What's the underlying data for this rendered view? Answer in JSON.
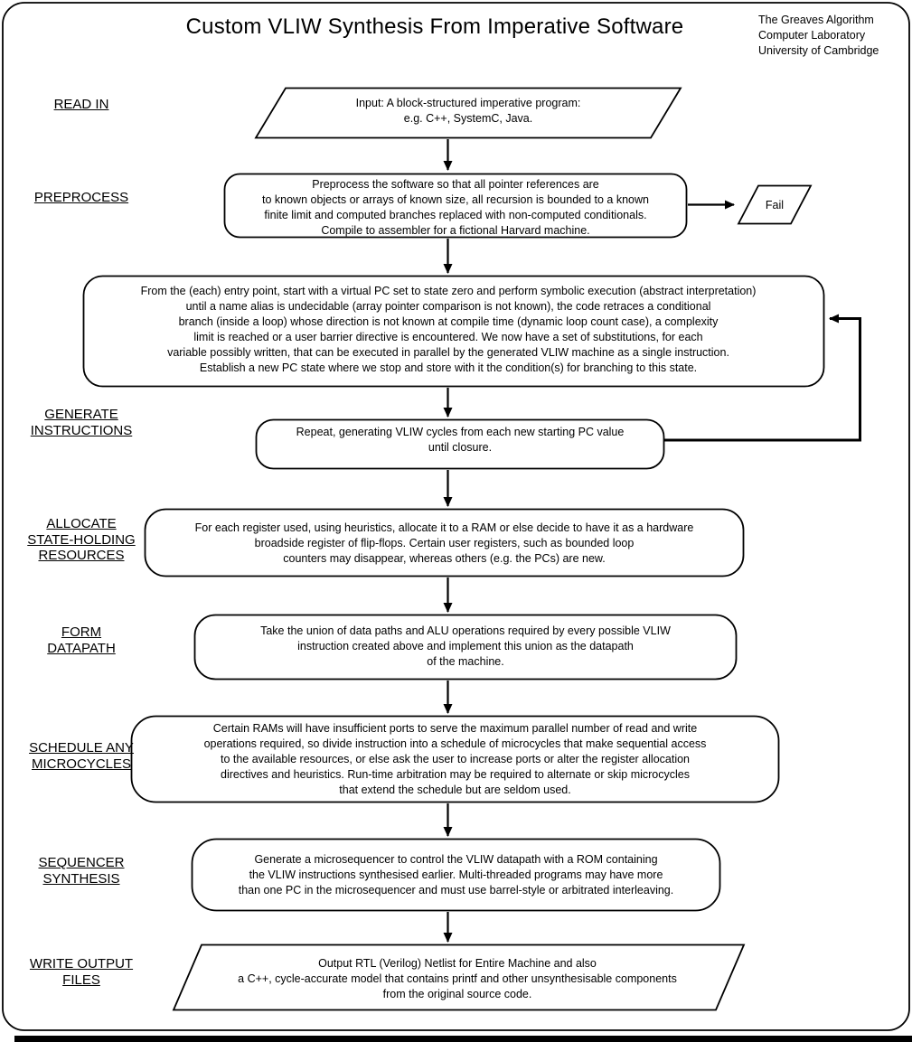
{
  "title": "Custom VLIW Synthesis From Imperative Software",
  "credit": {
    "name": "The Greaves Algorithm",
    "org": "Computer Laboratory",
    "institution": "University of Cambridge"
  },
  "colors": {
    "ink": "#000000",
    "background": "#ffffff"
  },
  "stage_labels": {
    "read_in": "READ IN",
    "preprocess": "PREPROCESS",
    "generate_instructions": "GENERATE\nINSTRUCTIONS",
    "allocate_resources": "ALLOCATE\nSTATE-HOLDING\nRESOURCES",
    "form_datapath": "FORM\nDATAPATH",
    "schedule_microcycles": "SCHEDULE ANY\nMICROCYCLES",
    "sequencer_synthesis": "SEQUENCER\nSYNTHESIS",
    "write_output_files": "WRITE OUTPUT\nFILES"
  },
  "nodes": {
    "input": "Input: A block-structured imperative program:\ne.g. C++, SystemC, Java.",
    "preprocess": "Preprocess the software so that all pointer references are\nto known objects or arrays of known size, all recursion is bounded to a known\nfinite limit and computed branches replaced with non-computed conditionals.\nCompile to assembler for a fictional Harvard machine.",
    "fail": "Fail",
    "symbolic_execution": "From the (each) entry point, start with a virtual PC set to state zero and perform symbolic execution (abstract interpretation)\nuntil a name alias is undecidable (array pointer comparison is not known), the code retraces a conditional\nbranch (inside a loop) whose direction is not known at compile time (dynamic loop count case), a complexity\nlimit is reached or a user barrier directive is encountered.  We now have a set of substitutions, for each\nvariable possibly written, that can be executed in parallel by the generated VLIW machine as a single instruction.\nEstablish a new PC state where we stop and store with it the condition(s) for branching to this state.",
    "repeat": "Repeat, generating VLIW cycles from each new starting PC value\nuntil closure.",
    "allocate": "For each register used, using heuristics, allocate it to a RAM or else decide to have it as a hardware\nbroadside register of flip-flops. Certain user registers, such as bounded loop\ncounters may disappear, whereas others (e.g. the PCs) are new.",
    "datapath": "Take the union of data paths and ALU operations required by every possible VLIW\ninstruction created above and implement this union as the datapath\nof the machine.",
    "microcycles": "Certain RAMs will have insufficient ports to serve the maximum parallel number of read and write\noperations required, so divide instruction into a schedule of microcycles that make sequential access\nto the available resources, or else ask the user to increase ports or alter the register allocation\ndirectives and heuristics.  Run-time arbitration may be required to alternate or skip microcycles\nthat extend the schedule but are seldom used.",
    "sequencer": "Generate a microsequencer to control the VLIW datapath with a ROM containing\nthe VLIW instructions synthesised earlier.  Multi-threaded programs may have more\nthan one PC in the microsequencer and must use barrel-style  or arbitrated interleaving.",
    "output": "Output RTL (Verilog) Netlist for Entire Machine and also\na C++, cycle-accurate  model that contains printf and other unsynthesisable components\nfrom the original source code."
  }
}
